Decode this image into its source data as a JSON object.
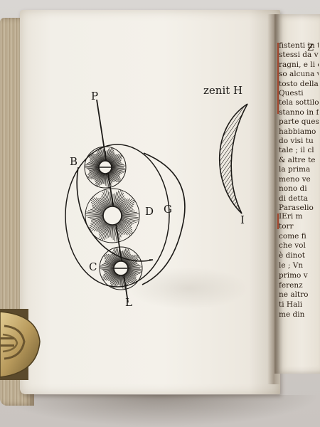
{
  "photo": {
    "subject": "open-antique-book",
    "colors": {
      "paper": "#f2efe8",
      "ink": "#1c1a17",
      "rubric": "#a1442a",
      "clasp": "#b89a5c"
    }
  },
  "left_page": {
    "figure_labels": {
      "p": "P",
      "b": "B",
      "d": "D",
      "g": "G",
      "c": "C",
      "l": "L",
      "zenith": "zenit H",
      "i": "I"
    }
  },
  "right_page": {
    "running_head": "Z",
    "upper_lines": [
      "fistenti in t",
      "stessi da vu",
      "ragni, e li e",
      "so alcuna v",
      "tosto della",
      "Questi",
      "tela sottilo",
      "stanno in f",
      "parte quest",
      "habbiamo",
      "do visi tu",
      "tale ; il cl",
      "& altre te",
      "la prima",
      "meno ve",
      "nono di",
      "di detta",
      "Paraselio"
    ],
    "lower_lines": [
      "IEri m",
      "torr",
      "come fi",
      "che vol",
      "è dinot",
      "le ; Vn",
      "primo v",
      "ferenz",
      "ne altro",
      "ti Hali",
      "me din"
    ]
  }
}
